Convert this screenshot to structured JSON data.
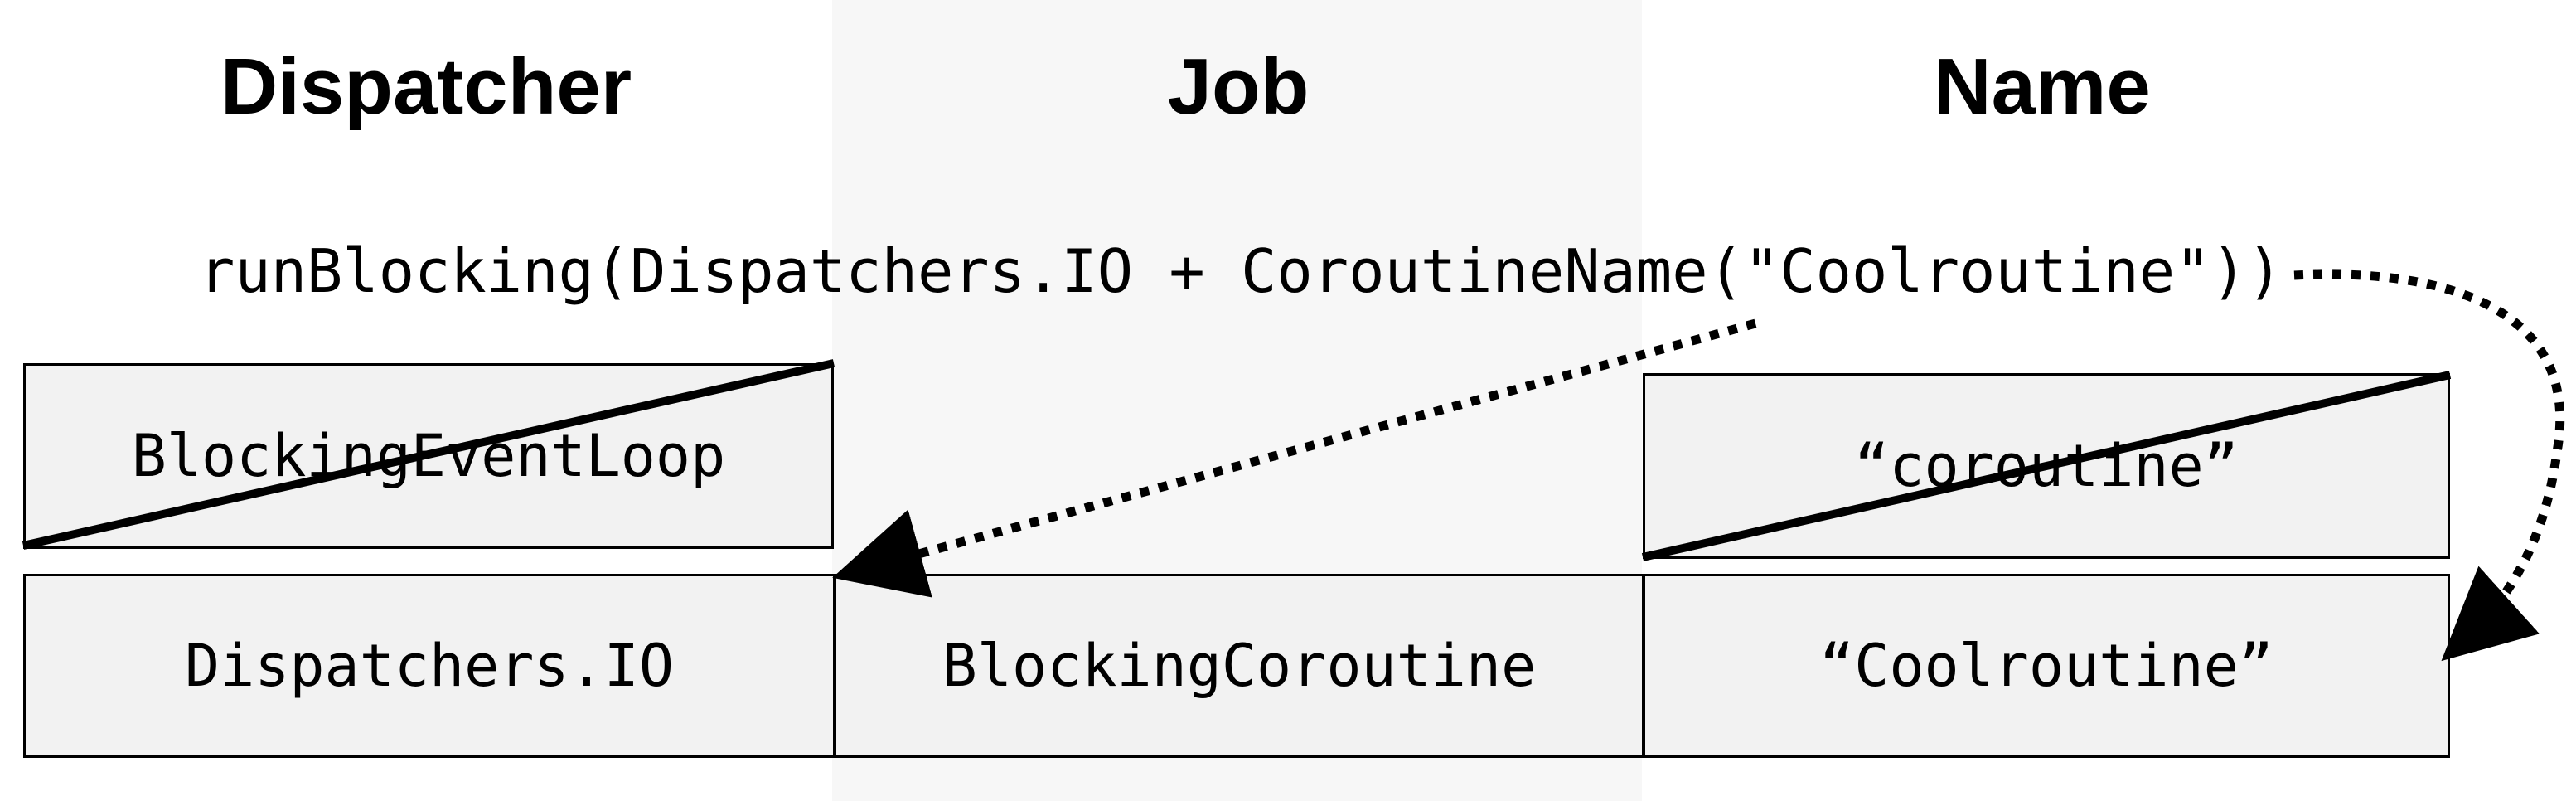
{
  "headers": {
    "dispatcher": "Dispatcher",
    "job": "Job",
    "name": "Name"
  },
  "code": "runBlocking(Dispatchers.IO + CoroutineName(\"Coolroutine\"))",
  "row_replaced": {
    "dispatcher": "BlockingEventLoop",
    "name": "“coroutine”"
  },
  "row_result": {
    "dispatcher": "Dispatchers.IO",
    "job": "BlockingCoroutine",
    "name": "“Coolroutine”"
  },
  "colors": {
    "cell_fill": "#f2f2f2",
    "middle_column_fill": "#f7f7f7",
    "ink": "#000000"
  }
}
